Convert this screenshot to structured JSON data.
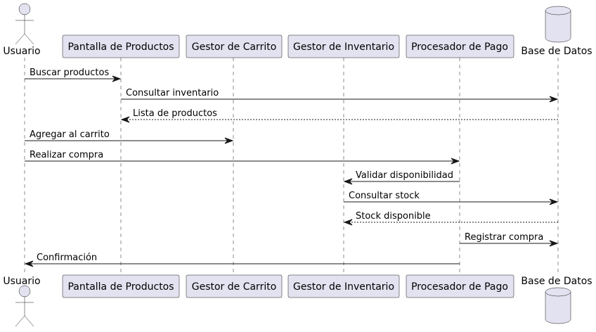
{
  "participants": {
    "usuario": {
      "label": "Usuario",
      "kind": "actor"
    },
    "pantalla": {
      "label": "Pantalla de Productos",
      "kind": "participant"
    },
    "carrito": {
      "label": "Gestor de Carrito",
      "kind": "participant"
    },
    "inventario": {
      "label": "Gestor de Inventario",
      "kind": "participant"
    },
    "pago": {
      "label": "Procesador de Pago",
      "kind": "participant"
    },
    "bd": {
      "label": "Base de Datos",
      "kind": "database"
    }
  },
  "messages": [
    {
      "from": "usuario",
      "to": "pantalla",
      "label": "Buscar productos",
      "style": "solid"
    },
    {
      "from": "pantalla",
      "to": "bd",
      "label": "Consultar inventario",
      "style": "solid"
    },
    {
      "from": "bd",
      "to": "pantalla",
      "label": "Lista de productos",
      "style": "dashed"
    },
    {
      "from": "usuario",
      "to": "carrito",
      "label": "Agregar al carrito",
      "style": "solid"
    },
    {
      "from": "usuario",
      "to": "pago",
      "label": "Realizar compra",
      "style": "solid"
    },
    {
      "from": "pago",
      "to": "inventario",
      "label": "Validar disponibilidad",
      "style": "solid"
    },
    {
      "from": "inventario",
      "to": "bd",
      "label": "Consultar stock",
      "style": "solid"
    },
    {
      "from": "bd",
      "to": "inventario",
      "label": "Stock disponible",
      "style": "dashed"
    },
    {
      "from": "pago",
      "to": "bd",
      "label": "Registrar compra",
      "style": "solid"
    },
    {
      "from": "pago",
      "to": "usuario",
      "label": "Confirmación",
      "style": "solid"
    }
  ],
  "colors": {
    "participant_fill": "#e2e2f0",
    "line": "#181818",
    "text": "#000000"
  }
}
